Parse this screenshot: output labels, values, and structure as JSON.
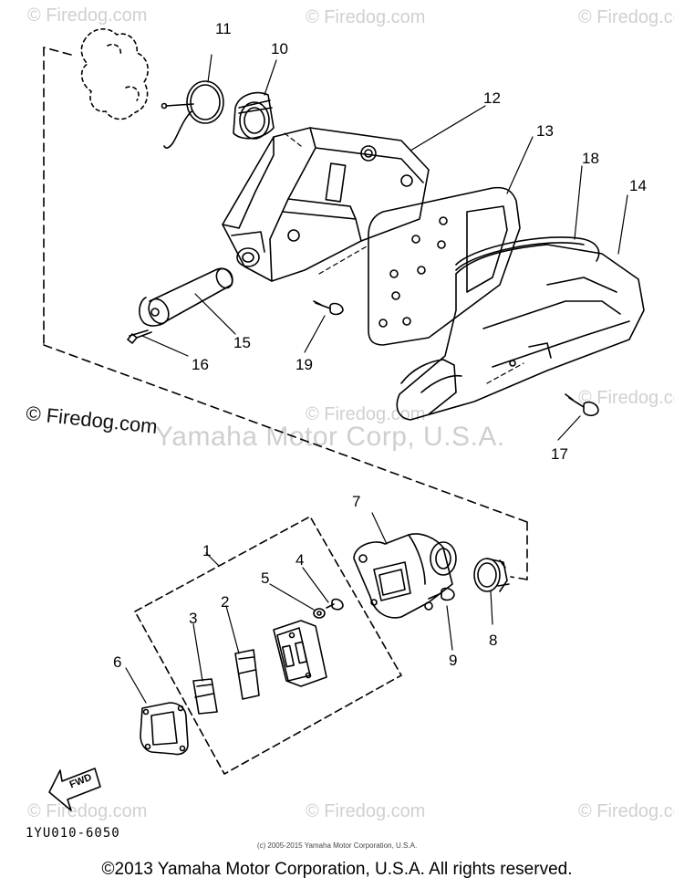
{
  "watermarks": {
    "firedog_small": "© Firedog.com",
    "firedog_strong": "© Firedog.com",
    "yamaha_overlay": "Yamaha Motor Corp, U.S.A."
  },
  "callouts": [
    "1",
    "2",
    "3",
    "4",
    "5",
    "6",
    "7",
    "8",
    "9",
    "10",
    "11",
    "12",
    "13",
    "14",
    "15",
    "16",
    "17",
    "18",
    "19"
  ],
  "diagram_code": "1YU010-6050",
  "fwd_label": "FWD",
  "small_copyright": "(c) 2005-2015 Yamaha Motor Corporation, U.S.A.",
  "footer_copyright": "©2013 Yamaha Motor Corporation, U.S.A. All rights reserved."
}
